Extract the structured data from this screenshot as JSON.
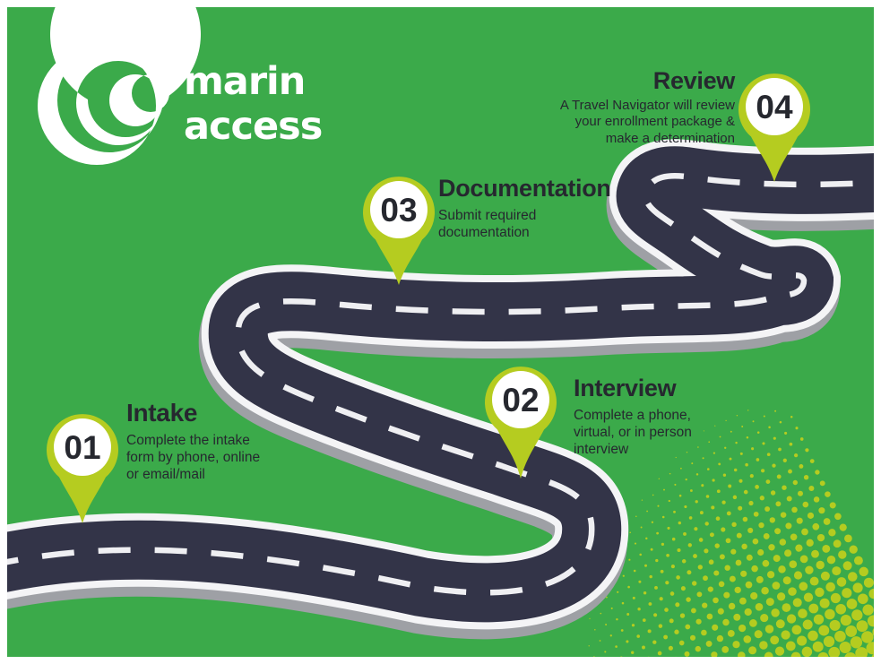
{
  "brand": {
    "name_line1": "marin",
    "name_line2": "access",
    "logo_icon": "crescent-moons-icon"
  },
  "steps": [
    {
      "number": "01",
      "title": "Intake",
      "description": "Complete the intake\nform by phone, online\nor email/mail"
    },
    {
      "number": "02",
      "title": "Interview",
      "description": "Complete a phone,\nvirtual, or in person\ninterview"
    },
    {
      "number": "03",
      "title": "Documentation",
      "description": "Submit required\ndocumentation"
    },
    {
      "number": "04",
      "title": "Review",
      "description": "A Travel Navigator will review\nyour enrollment package &\nmake a determination"
    }
  ],
  "colors": {
    "background": "#3BAA4A",
    "road_asphalt": "#333448",
    "road_edge_white": "#F4F4F6",
    "road_shadow_gray": "#9EA0A5",
    "dash_white": "#EFEFF2",
    "pin_green": "#B5CC20",
    "pin_inner_white": "#FFFFFF",
    "text_dark": "#26282F",
    "logo_white": "#FFFFFF",
    "frame_white": "#FFFFFF"
  }
}
